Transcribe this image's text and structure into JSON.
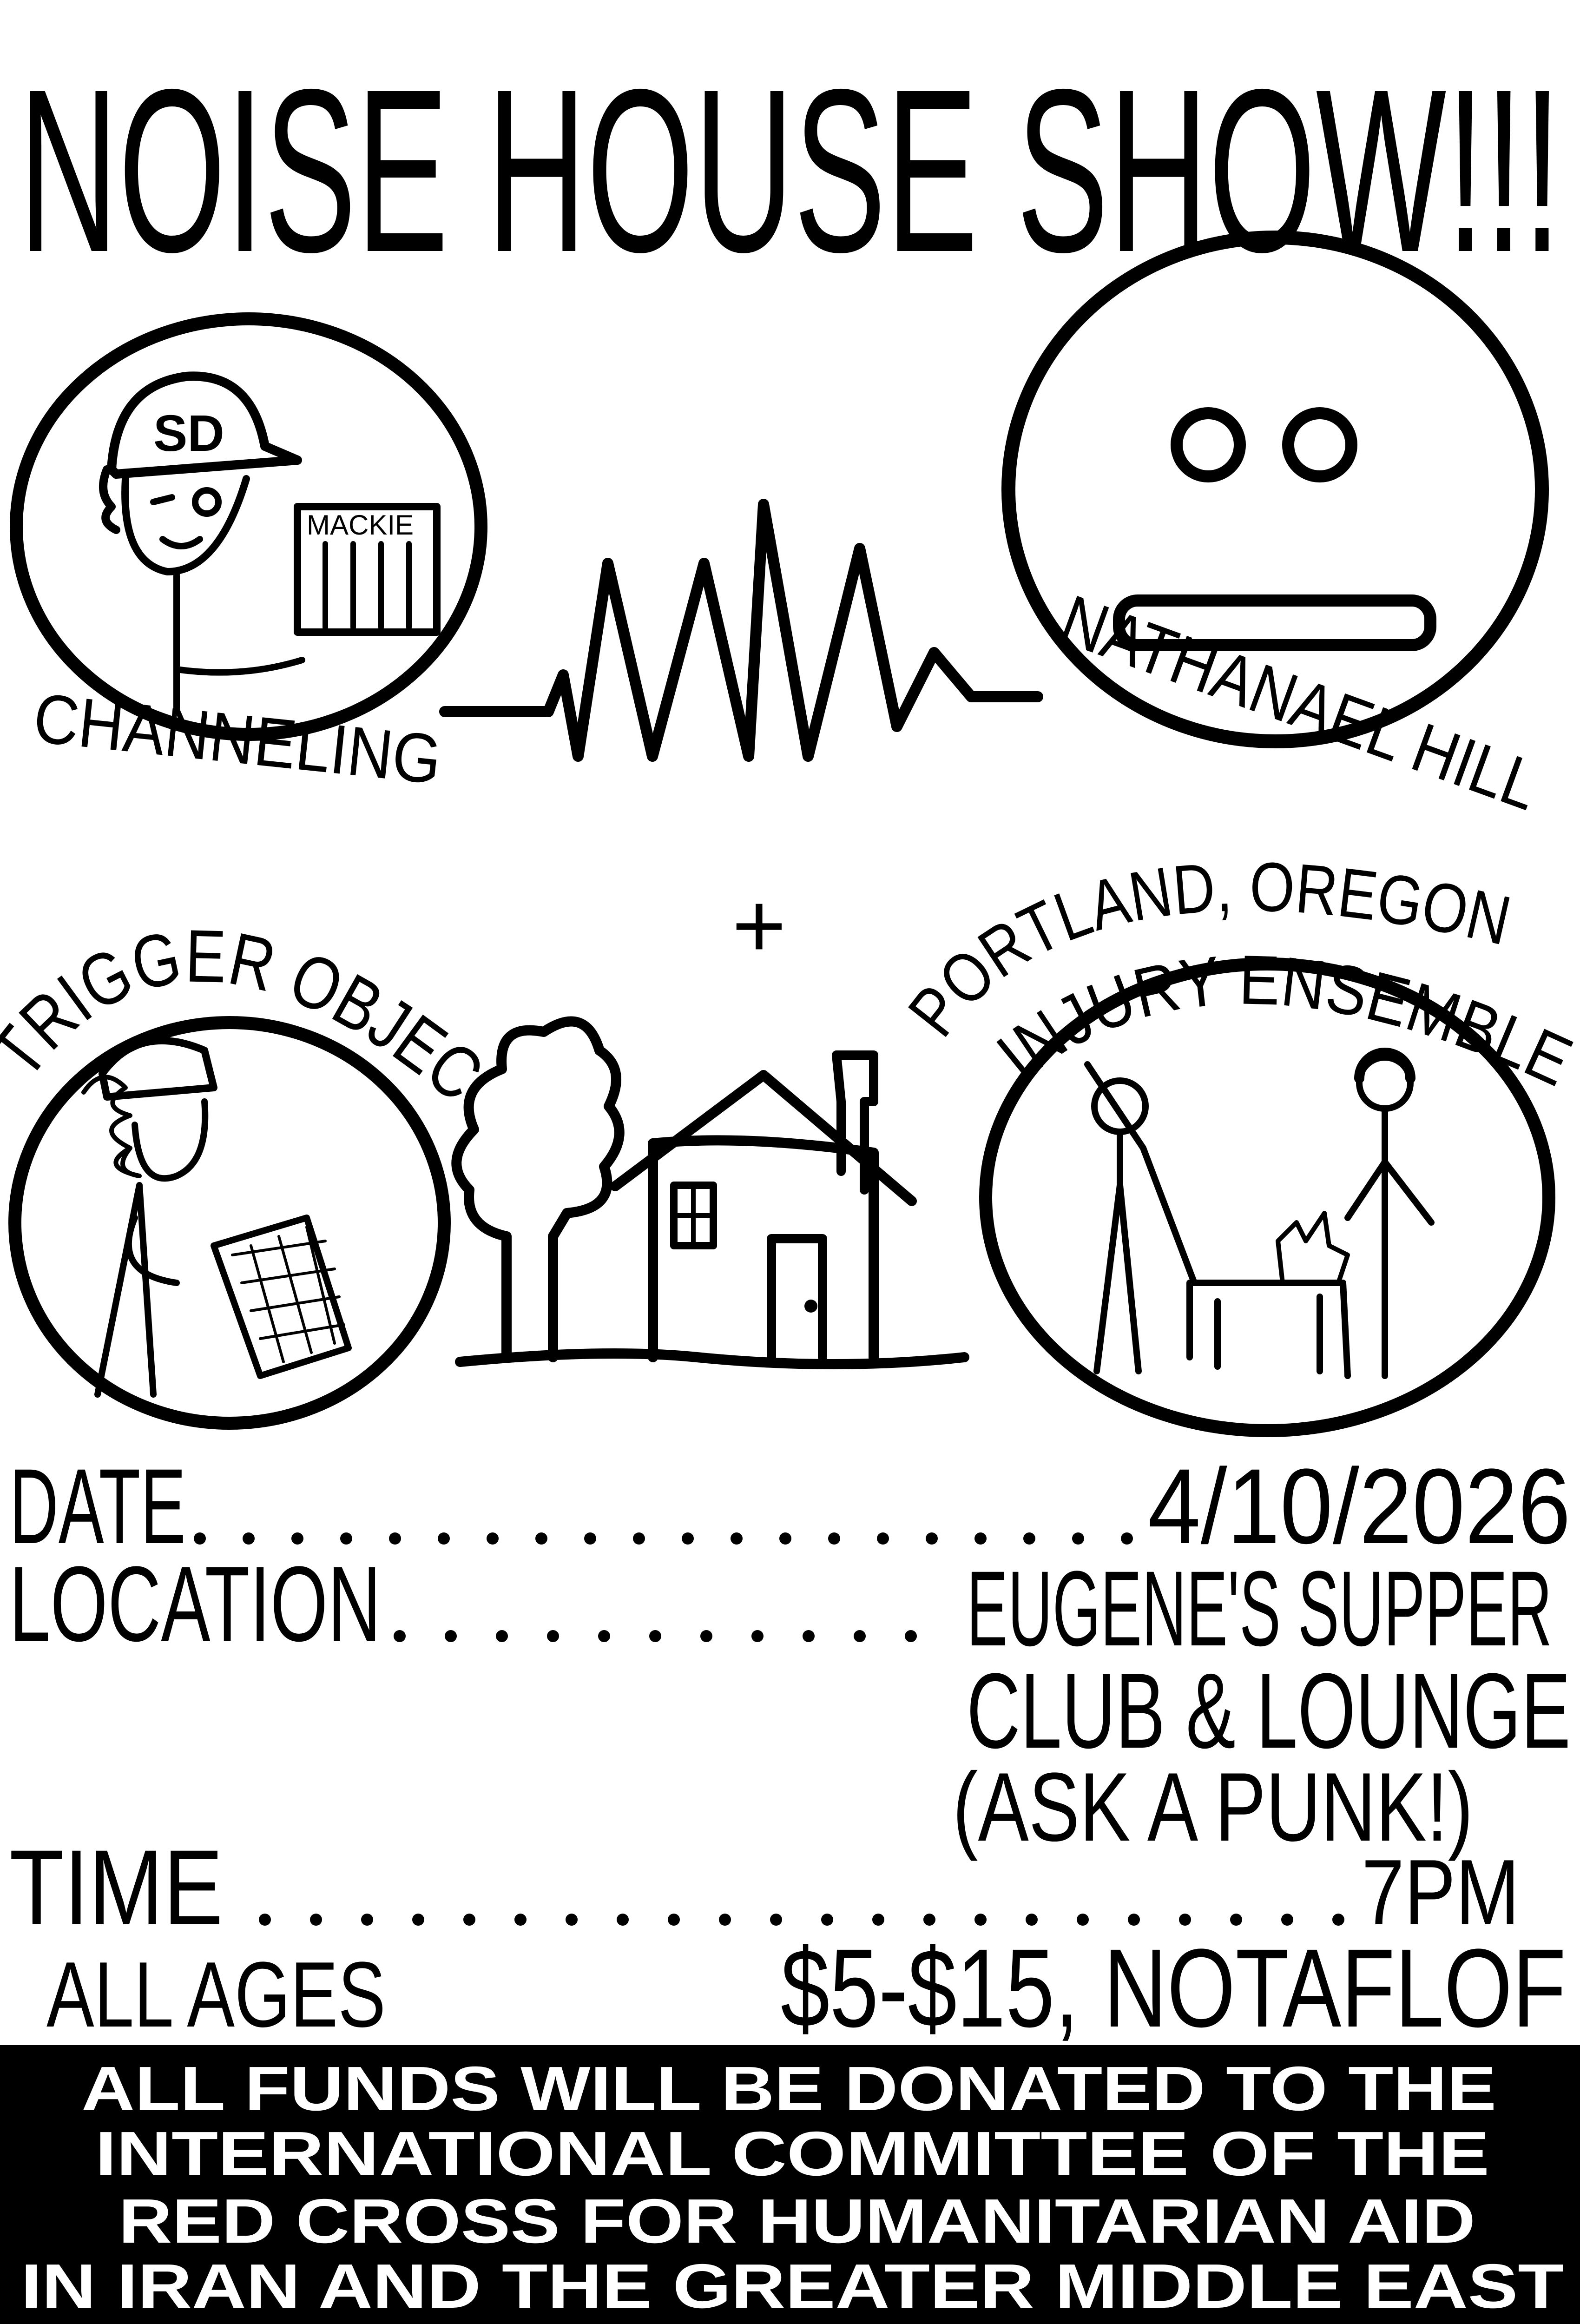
{
  "title": "NOISE HOUSE SHOW!!!",
  "performers": {
    "channeling": "CHANNELING",
    "nathanael_hill": "NATHANAEL HILL",
    "trigger_object": "TRIGGER OBJECT",
    "injury_ensemble_line1": "PORTLAND, OREGON",
    "injury_ensemble_line2": "INJURY ENSEMBLE"
  },
  "plus": "+",
  "drawing_lettering": {
    "hat_logo": "SD",
    "mixer_brand": "MACKIE"
  },
  "details": {
    "date_label": "DATE",
    "date_value": "4/10/2026",
    "location_label": "LOCATION",
    "location_line1": "EUGENE'S SUPPER",
    "location_line2": "CLUB & LOUNGE",
    "location_line3": "(ASK A PUNK!)",
    "time_label": "TIME",
    "time_value": "7PM",
    "ages": "ALL AGES",
    "price": "$5-$15, NOTAFLOF"
  },
  "banner": {
    "color": "#000000",
    "lines": [
      "ALL FUNDS WILL BE DONATED TO THE",
      "INTERNATIONAL COMMITTEE OF THE",
      "RED CROSS FOR HUMANITARIAN AID",
      "IN IRAN AND THE GREATER MIDDLE EAST"
    ]
  }
}
